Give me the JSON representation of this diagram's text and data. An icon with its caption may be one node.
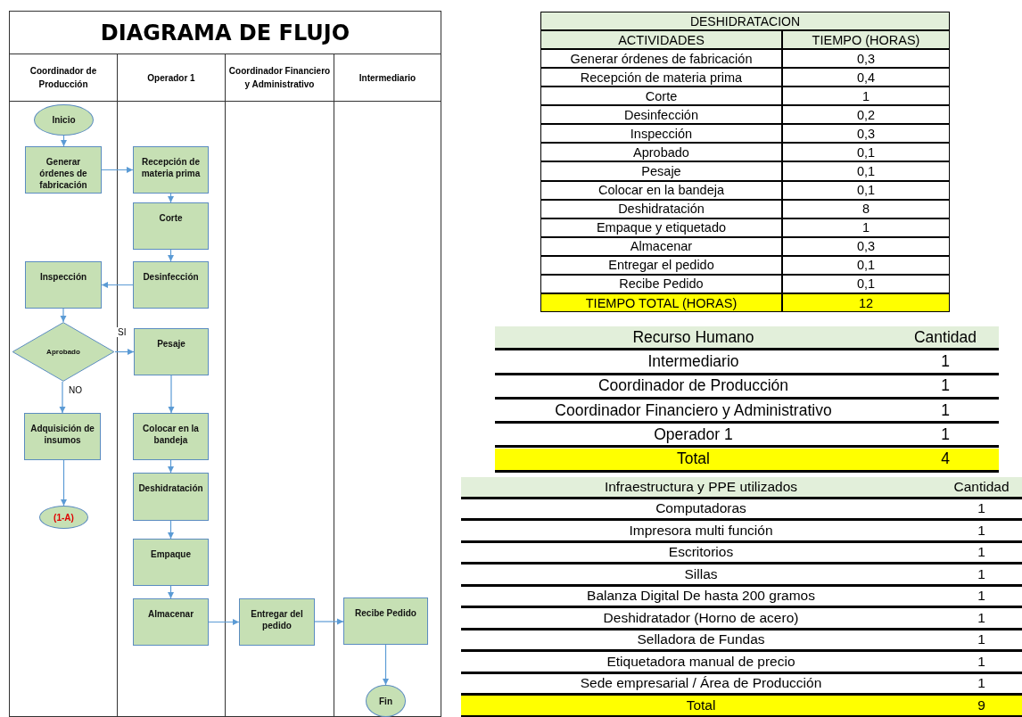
{
  "diagram": {
    "title": "DIAGRAMA DE FLUJO",
    "nodes": [
      {
        "text": [
          "Coordinador de Producción"
        ]
      },
      {
        "text": [
          "Operador 1"
        ]
      },
      {
        "text": [
          "Coordinador Financiero y Administrativo"
        ]
      },
      {
        "text": [
          "Intermediario"
        ]
      },
      {
        "text": [
          "Inicio"
        ],
        "in": 0
      },
      {
        "text": [
          "Generar órdenes de fabricación"
        ],
        "in": 0
      },
      {
        "text": [
          "Recepción de materia prima"
        ],
        "in": 1
      },
      {
        "text": [
          "Corte"
        ],
        "in": 1
      },
      {
        "text": [
          "Desinfección"
        ],
        "in": 1
      },
      {
        "text": [
          "Inspección"
        ],
        "in": 0
      },
      {
        "text": [
          "Aprobado"
        ],
        "in": 0
      },
      {
        "text": [
          "Pesaje"
        ],
        "in": 1
      },
      {
        "text": [
          "Adquisición de insumos"
        ],
        "in": 0
      },
      {
        "text": [
          "(1-A)"
        ],
        "in": 0
      },
      {
        "text": [
          "Colocar en la bandeja"
        ],
        "in": 1
      },
      {
        "text": [
          "Deshidratación"
        ],
        "in": 1
      },
      {
        "text": [
          "Empaque"
        ],
        "in": 1
      },
      {
        "text": [
          "Almacenar"
        ],
        "in": 1
      },
      {
        "text": [
          "Entregar del pedido"
        ],
        "in": 2
      },
      {
        "text": [
          "Recibe Pedido"
        ],
        "in": 3
      },
      {
        "text": [
          "Fin"
        ],
        "in": 3
      }
    ],
    "edges": [
      {
        "from": 4,
        "to": 5,
        "arrow": "to"
      },
      {
        "from": 5,
        "to": 6,
        "arrow": "to"
      },
      {
        "from": 6,
        "to": 7,
        "arrow": "to"
      },
      {
        "from": 7,
        "to": 8,
        "arrow": "to"
      },
      {
        "from": 8,
        "to": 9,
        "arrow": "to"
      },
      {
        "from": 9,
        "to": 10,
        "arrow": "to"
      },
      {
        "from": 10,
        "to": 11,
        "arrow": "to",
        "label": "SI"
      },
      {
        "from": 10,
        "to": 12,
        "arrow": "to",
        "label": "NO"
      },
      {
        "from": 12,
        "to": 13,
        "arrow": "to"
      },
      {
        "from": 11,
        "to": 14,
        "arrow": "to"
      },
      {
        "from": 14,
        "to": 15,
        "arrow": "to"
      },
      {
        "from": 15,
        "to": 16,
        "arrow": "to"
      },
      {
        "from": 16,
        "to": 17,
        "arrow": "to"
      },
      {
        "from": 17,
        "to": 18,
        "arrow": "to"
      },
      {
        "from": 18,
        "to": 19,
        "arrow": "to"
      },
      {
        "from": 19,
        "to": 20,
        "arrow": "to"
      }
    ],
    "labels": [
      "DESHIDRATACION",
      "ACTIVIDADES",
      "TIEMPO (HORAS)",
      "Generar órdenes de fabricación",
      "0,3",
      "Recepción de materia prima",
      "0,4",
      "Corte",
      "1",
      "Desinfección",
      "0,2",
      "Inspección",
      "0,3",
      "Aprobado",
      "0,1",
      "Pesaje",
      "0,1",
      "Colocar en la bandeja",
      "0,1",
      "Deshidratación",
      "8",
      "Empaque y etiquetado",
      "1",
      "Almacenar",
      "0,3",
      "Entregar el pedido",
      "0,1",
      "Recibe Pedido",
      "0,1",
      "TIEMPO TOTAL (HORAS)",
      "12",
      "Recurso Humano",
      "Cantidad",
      "Intermediario",
      "1",
      "Coordinador de Producción",
      "1",
      "Coordinador Financiero y Administrativo",
      "1",
      "Operador 1",
      "1",
      "Total",
      "4",
      "Infraestructura y PPE utilizados",
      "Cantidad",
      "Computadoras",
      "1",
      "Impresora multi función",
      "1",
      "Escritorios",
      "1",
      "Sillas",
      "1",
      "Balanza Digital De hasta 200 gramos",
      "1",
      "Deshidratador (Horno de acero)",
      "1",
      "Selladora de Fundas",
      "1",
      "Etiquetadora manual de precio",
      "1",
      "Sede empresarial / Área de Producción",
      "1",
      "Total",
      "9"
    ]
  }
}
